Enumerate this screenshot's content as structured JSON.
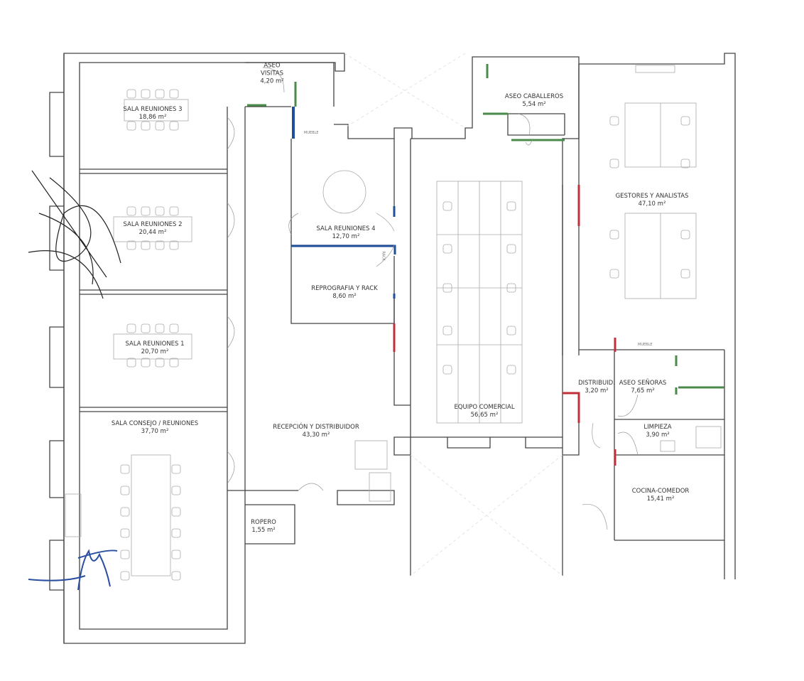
{
  "rooms": {
    "sala_reuniones_3": {
      "name": "SALA REUNIONES 3",
      "area": "18,86 m²"
    },
    "sala_reuniones_2": {
      "name": "SALA REUNIONES 2",
      "area": "20,44 m²"
    },
    "sala_reuniones_1": {
      "name": "SALA REUNIONES 1",
      "area": "20,70 m²"
    },
    "sala_consejo": {
      "name": "SALA CONSEJO / REUNIONES",
      "area": "37,70 m²"
    },
    "aseo_visitas": {
      "name1": "ASEO",
      "name2": "VISITAS",
      "area": "4,20 m²"
    },
    "aseo_caballeros": {
      "name": "ASEO CABALLEROS",
      "area": "5,54 m²"
    },
    "gestores": {
      "name": "GESTORES Y ANALISTAS",
      "area": "47,10 m²"
    },
    "sala_reuniones_4": {
      "name": "SALA REUNIONES 4",
      "area": "12,70 m²"
    },
    "reprografia": {
      "name": "REPROGRAFIA Y RACK",
      "area": "8,60 m²"
    },
    "equipo_comercial": {
      "name": "EQUIPO COMERCIAL",
      "area": "56,65 m²"
    },
    "distribuidor": {
      "name": "DISTRIBUID.",
      "area": "3,20 m²"
    },
    "aseo_senoras": {
      "name": "ASEO SEÑORAS",
      "area": "7,65 m²"
    },
    "limpieza": {
      "name": "LIMPIEZA",
      "area": "3,90 m²"
    },
    "cocina": {
      "name": "COCINA-COMEDOR",
      "area": "15,41 m²"
    },
    "recepcion": {
      "name": "RECEPCIÓN Y DISTRIBUIDOR",
      "area": "43,30 m²"
    },
    "ropero": {
      "name": "ROPERO",
      "area": "1,55 m²"
    }
  },
  "furniture_label": "MUEBLE",
  "rack_label": "RACK",
  "colors": {
    "blue": "#1f4e9a",
    "red": "#c0303a",
    "green": "#4a8a4a",
    "ink_blue": "#2a4fa0"
  }
}
